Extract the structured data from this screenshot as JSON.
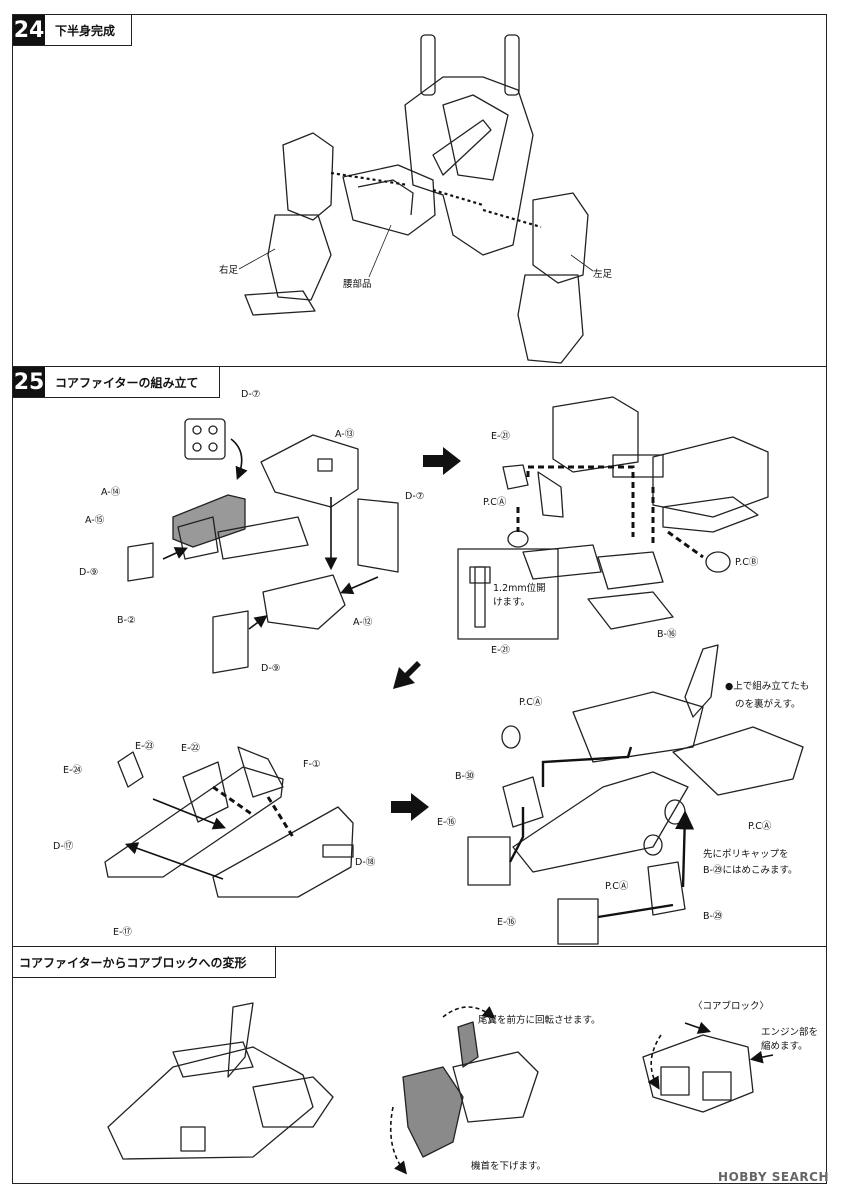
{
  "step24": {
    "number": "24",
    "title": "下半身完成",
    "labels": {
      "right_leg": "右足",
      "waist": "腰部品",
      "left_leg": "左足"
    }
  },
  "step25": {
    "number": "25",
    "title": "コアファイターの組み立て",
    "parts": {
      "d7a": "D-⑦",
      "a13": "A-⑬",
      "d7b": "D-⑦",
      "a14": "A-⑭",
      "a15": "A-⑮",
      "d9a": "D-⑨",
      "b2": "B-②",
      "a12": "A-⑫",
      "d9b": "D-⑨",
      "e21a": "E-㉑",
      "pca1": "P.CⒶ",
      "pcb": "P.CⒷ",
      "b16": "B-⑯",
      "e21b": "E-㉑",
      "e23": "E-㉓",
      "e22": "E-㉒",
      "e24": "E-㉔",
      "f1": "F-①",
      "d17": "D-⑰",
      "d18": "D-⑱",
      "e17": "E-⑰",
      "pca2": "P.CⒶ",
      "b30": "B-㉚",
      "e16a": "E-⑯",
      "pca3": "P.CⒶ",
      "pca4": "P.CⒶ",
      "e16b": "E-⑯",
      "b29": "B-㉙"
    },
    "notes": {
      "gap_line1": "1.2mm位開",
      "gap_line2": "けます。",
      "flip_line1": "●上で組み立てたも",
      "flip_line2": "のを裏がえす。",
      "polycap_line1": "先にポリキャップを",
      "polycap_line2": "B-㉙にはめこみます。"
    }
  },
  "transform": {
    "title": "コアファイターからコアブロックへの変形",
    "core_block_label": "〈コアブロック〉",
    "tail_note": "尾翼を前方に回転させます。",
    "nose_note": "機首を下げます。",
    "engine_line1": "エンジン部を",
    "engine_line2": "縮めます。"
  },
  "watermark": "HOBBY SEARCH"
}
